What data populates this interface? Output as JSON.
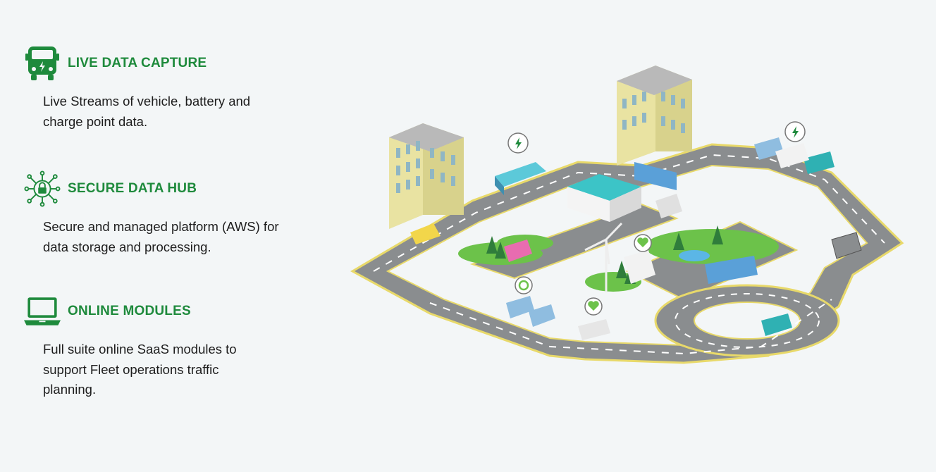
{
  "features": [
    {
      "title": "LIVE DATA CAPTURE",
      "description": "Live Streams of vehicle, battery and charge point data.",
      "icon": "electric-bus-icon"
    },
    {
      "title": "SECURE DATA HUB",
      "description": "Secure and managed platform (AWS) for data storage and processing.",
      "icon": "secure-circuit-lock-icon"
    },
    {
      "title": "ONLINE MODULES",
      "description": "Full suite online SaaS modules to support Fleet operations traffic planning.",
      "icon": "laptop-icon"
    }
  ],
  "colors": {
    "accent_green": "#1e8a3c",
    "background": "#f3f6f7",
    "road": "#8a8d8f",
    "road_edge": "#e8d96a",
    "grass": "#6cc24a",
    "building": "#e9e3a2"
  },
  "illustration": {
    "subject": "isometric-smart-city-illustration",
    "map_pins": [
      "charging-pin-icon",
      "charging-pin-icon",
      "heart-pin-icon",
      "heart-pin-icon",
      "recycle-pin-icon"
    ]
  }
}
